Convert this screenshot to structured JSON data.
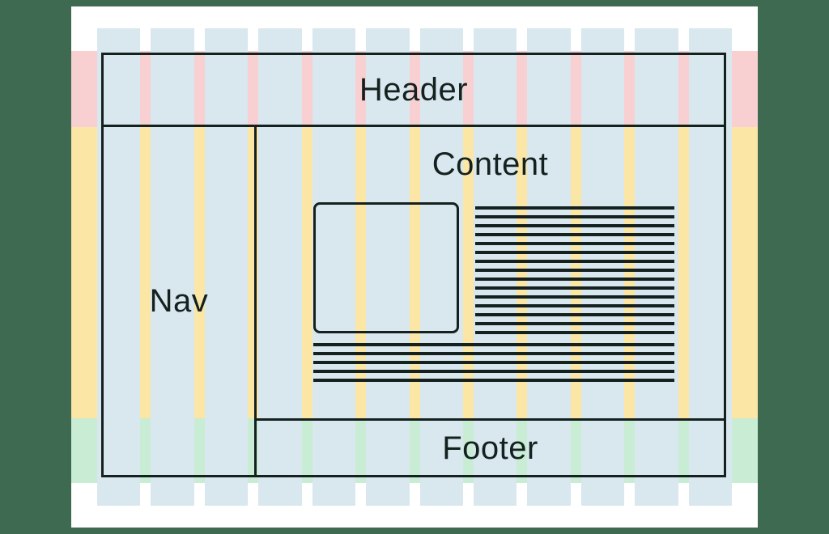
{
  "labels": {
    "header": "Header",
    "nav": "Nav",
    "content": "Content",
    "footer": "Footer"
  },
  "grid": {
    "columns": 12
  },
  "content_placeholder": {
    "right_text_lines": 15,
    "bottom_text_lines": 5
  },
  "colors": {
    "background": "#3f6a52",
    "page": "#ffffff",
    "column_overlay": "#d9e7ef",
    "header_row": "#f9d0d2",
    "content_row": "#fbe6a5",
    "footer_row": "#c9ecd4",
    "outline": "#14211f"
  }
}
